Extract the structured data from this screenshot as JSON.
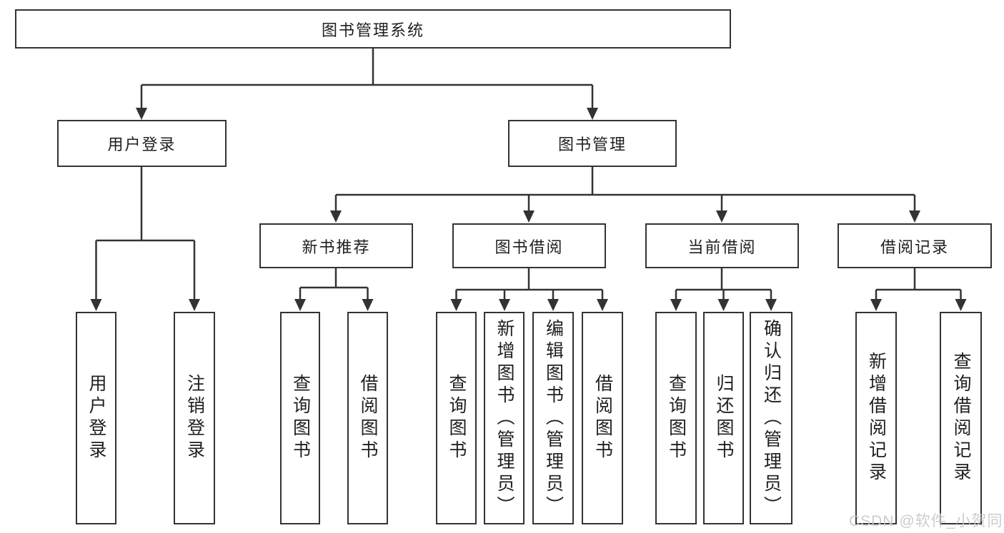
{
  "diagram": {
    "title": "图书管理系统",
    "type": "functional-structure-tree"
  },
  "boxes": {
    "root": "图书管理系统",
    "user_login": "用户登录",
    "book_mgmt": "图书管理",
    "new_book_rec": "新书推荐",
    "book_borrow": "图书借阅",
    "current_borrow": "当前借阅",
    "borrow_records": "借阅记录",
    "leaf_user_login": "用户登录",
    "leaf_logout": "注销登录",
    "rec_query_book": "查询图书",
    "rec_borrow_book": "借阅图书",
    "bb_query_book": "查询图书",
    "bb_add_book": "新增图书（管理员）",
    "bb_edit_book": "编辑图书（管理员）",
    "bb_borrow_book": "借阅图书",
    "cb_query_book": "查询图书",
    "cb_return_book": "归还图书",
    "cb_confirm_return": "确认归还（管理员）",
    "br_add_record": "新增借阅记录",
    "br_query_record": "查询借阅记录"
  },
  "structure": {
    "图书管理系统": {
      "用户登录": [
        "用户登录",
        "注销登录"
      ],
      "图书管理": {
        "新书推荐": [
          "查询图书",
          "借阅图书"
        ],
        "图书借阅": [
          "查询图书",
          "新增图书（管理员）",
          "编辑图书（管理员）",
          "借阅图书"
        ],
        "当前借阅": [
          "查询图书",
          "归还图书",
          "确认归还（管理员）"
        ],
        "借阅记录": [
          "新增借阅记录",
          "查询借阅记录"
        ]
      }
    }
  },
  "watermark": "CSDN @软件_小贺同学",
  "colors": {
    "line": "#333333",
    "box_border": "#333333",
    "box_fill": "#ffffff",
    "text": "#1f1f1f",
    "watermark": "#c6c6c6",
    "background": "#ffffff"
  }
}
